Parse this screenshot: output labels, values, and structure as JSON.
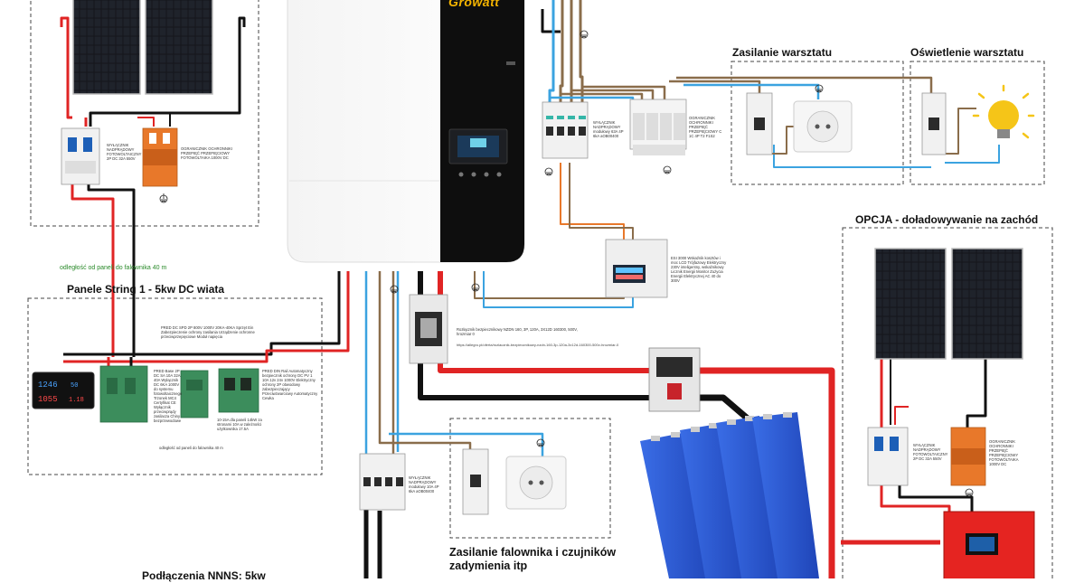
{
  "brand": {
    "logo_text": "Growatt"
  },
  "sections": {
    "workshop_power": "Zasilanie warsztatu",
    "workshop_light": "Oświetlenie warsztatu",
    "option_west": "OPCJA - doładowywanie na zachód",
    "string1": "Panele String 1 - 5kw DC wiata",
    "inverter_supply": "Zasilanie falownika i czujników zadymienia itp"
  },
  "notes": {
    "distance_green": "odległość od paneli do falownika 40 m",
    "distance_black": "odległość od paneli do falownika 40 m",
    "switch_top": "WYŁĄCZNIK NADPRĄDOWY FOTOWOLTAICZNY 2P DC 32A 550V",
    "spd_top": "OGRANICZNIK OCHRONNIKI PRZEPIĘĆ PRZEPIĘCIOWY FOTOWOLTAIKA 1000V DC",
    "breaker_ac_top": "WYŁĄCZNIK NADPRĄDOWY modułowy 63A 4P 6kA aOB00400",
    "spd_ac_top": "OGRANICZNIK OCHRONNIKI PRZEPIĘĆ PRZEPIĘCIOWY C 1C 4P T2 F1S2",
    "meter": "ESI 3000 Wskaźnik kosztów i moc LCD Trójfazowy Elektryczny 230V inteligentny, wskaźnikowy Licznik Energii Monitor Zużycia Energii Elektrycznej AC 40 do 300V",
    "fuse_note": "Rozłącznik bezpiecznikowy NZDN 160, 3P, 120A, 3X12D 160300, 500V, hrozmiar 0",
    "url_note": "https://allegro.pl/oferta/rozlacznik-bezpiecznikowy-nzdn-160-3p-120a-3x12d-160300-500v-hrozmiar-0",
    "spd_string": "PRED DC SPD 2P 800V 1000V 20KA-40KA Sprzęt Ein Zabezpieczenie ochrony zasilania Urządzenie ochronne przeciwprzepięciowe Moduł napięcia",
    "fuse_string": "PRED Base 2P DC SA 10A 32A 40A Wyłącznik DC 6KA 1000V do systemu fotowoltaicznego Trzonek MC4 Certyfikat CE Wyłącznik przeciwprądy zasilacza Chiny bezprzewodowe",
    "mcb_string": "PRED DIN Rail Automatyczny bezpiecznik ochrony DC PV 1 10A 12v 24v 1000V Elektryczny ochrony 2P obwodowy zabezpieczający Przeciwzwarciowy Automatyczny Cewka",
    "string_fuse_small": "10-15A dla paneli 14kW za stronami 10A w zależności użytkownika 17.5A",
    "breaker_inv": "WYŁĄCZNIK NADPRĄDOWY modułowy 10A 4P 6kA aOB00400",
    "switch_right": "WYŁĄCZNIK NADPRĄDOWY FOTOWOLTAICZNY 2P DC 32A 550V",
    "spd_right": "OGRANICZNIK OCHRONNIKI PRZEPIĘĆ PRZEPIĘCIOWY FOTOWOLTAIKA 1000V DC",
    "bottom_cut": "Podłączenia NNNS: 5kw"
  },
  "meter_readings": {
    "top": "1246",
    "top_right": "50",
    "bottom": "1055",
    "bottom_right": "1.18"
  },
  "colors": {
    "dc_positive": "#e02424",
    "dc_negative": "#111111",
    "neutral": "#3ba3e0",
    "phase": "#8a6d4b",
    "earth": "#1a1a1a",
    "battery": "#2a5bd7",
    "accent_red": "#d71e1e",
    "spd_orange": "#e8782a"
  },
  "icons": [
    "solar-panel-icon",
    "breaker-icon",
    "surge-protector-icon",
    "outlet-icon",
    "bulb-icon",
    "ground-icon",
    "battery-icon",
    "charge-controller-icon",
    "meter-icon"
  ]
}
